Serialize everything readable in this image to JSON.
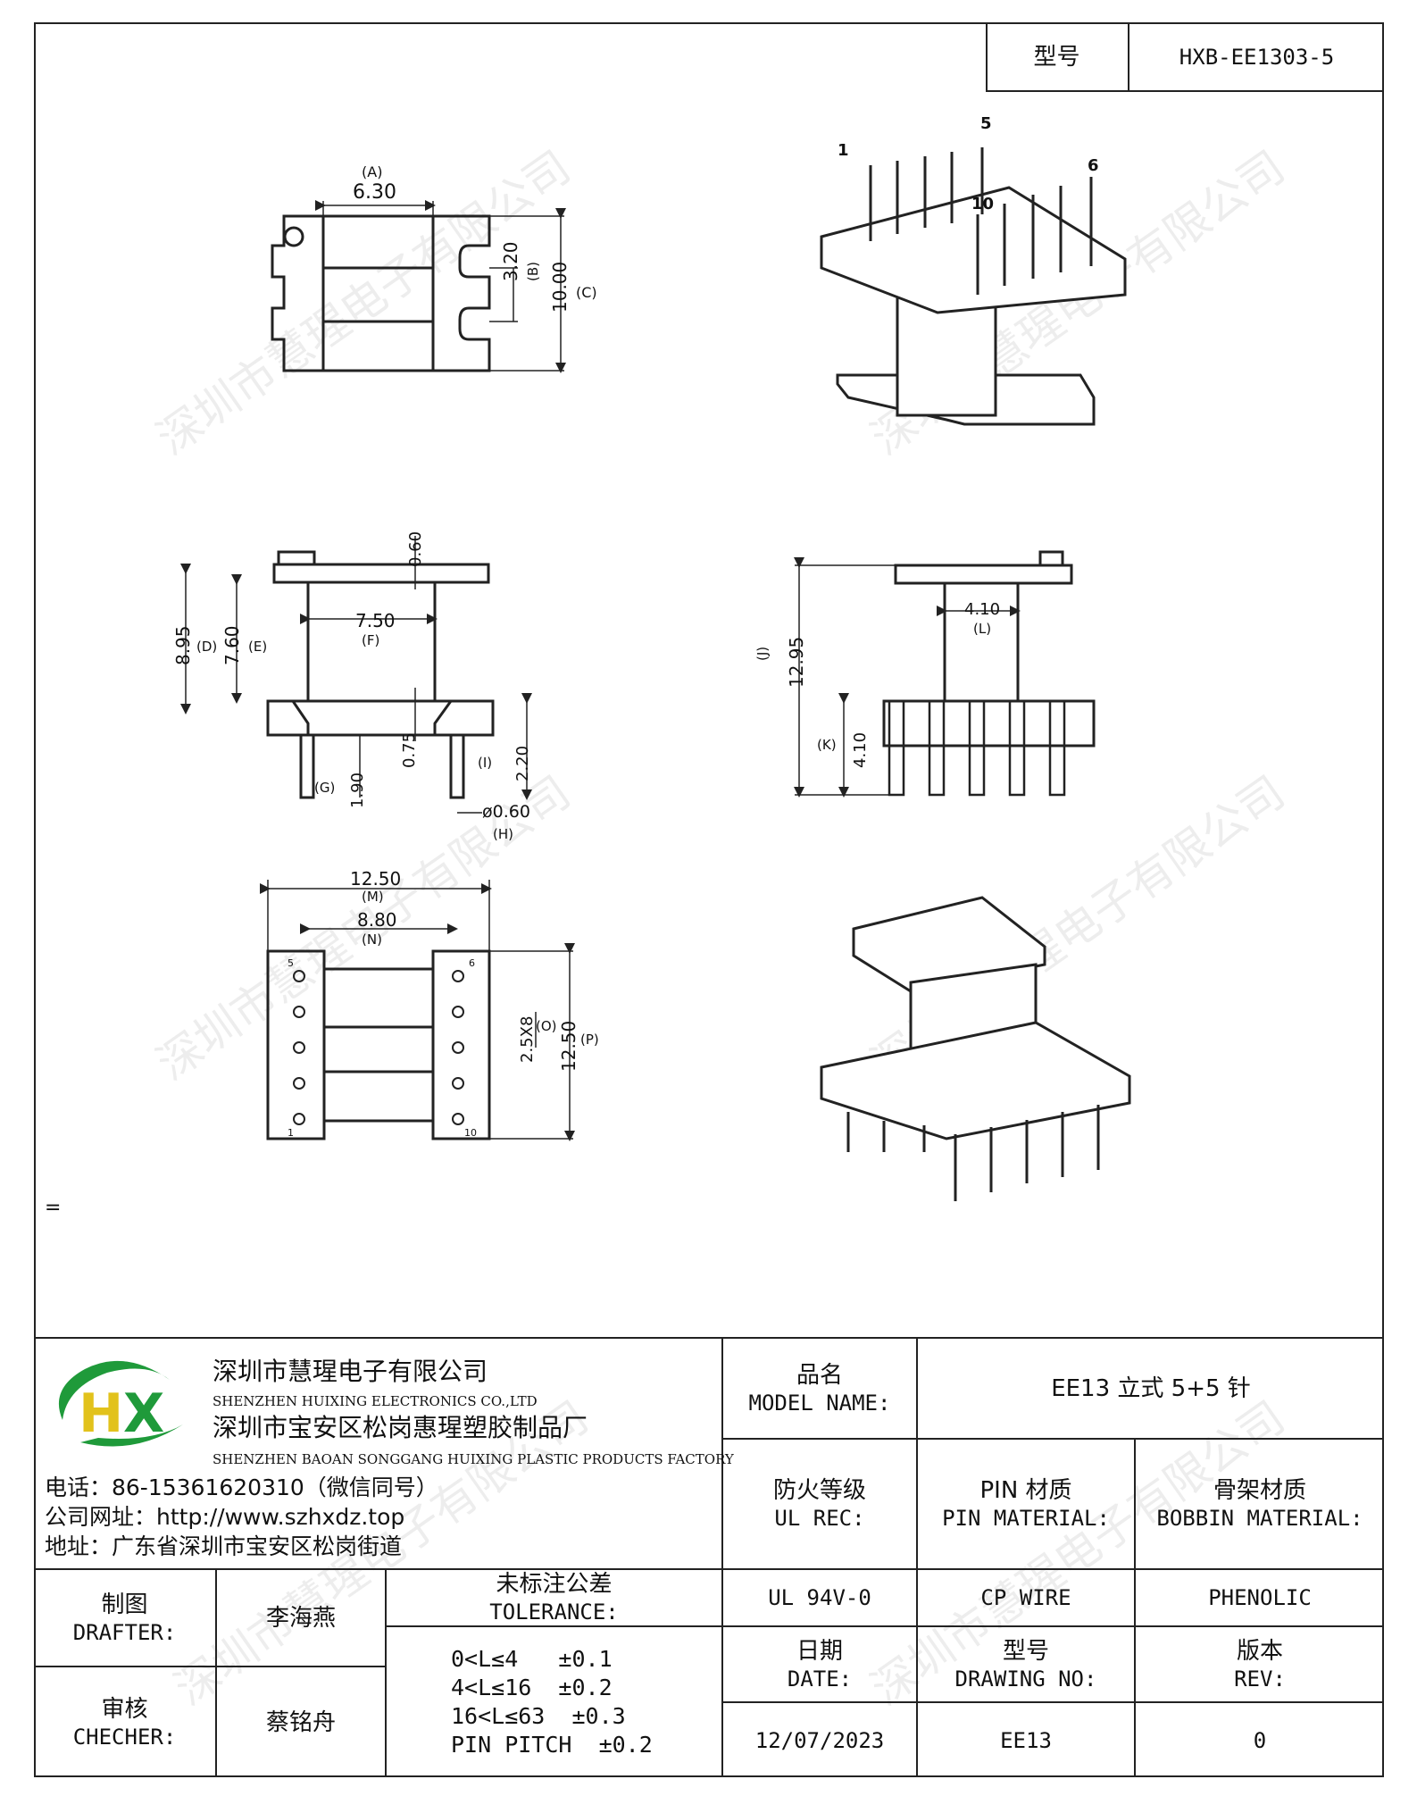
{
  "header": {
    "model_label": "型号",
    "model_value": "HXB-EE1303-5"
  },
  "company": {
    "name_cn": "深圳市慧瑆电子有限公司",
    "name_en": "SHENZHEN HUIXING ELECTRONICS CO.,LTD",
    "factory_cn": "深圳市宝安区松岗惠瑆塑胶制品厂",
    "factory_en": "SHENZHEN BAOAN SONGGANG HUIXING PLASTIC PRODUCTS FACTORY",
    "phone": "电话：86-15361620310（微信同号）",
    "website": "公司网址：http://www.szhxdz.top",
    "address": "地址：广东省深圳市宝安区松岗街道",
    "logo_text": "HX",
    "logo_colors": {
      "green": "#1f9a3a",
      "yellow": "#e2c21c",
      "blue": "#1e5aa8"
    }
  },
  "watermark": "深圳市慧瑆电子有限公司",
  "stray_mark": "=",
  "title_block": {
    "model_name_cn": "品名",
    "model_name_en": "MODEL NAME:",
    "model_name_value": "EE13 立式 5+5 针",
    "ul_cn": "防火等级",
    "ul_en": "UL REC:",
    "pin_material_cn": "PIN 材质",
    "pin_material_en": "PIN MATERIAL:",
    "bobbin_material_cn": "骨架材质",
    "bobbin_material_en": "BOBBIN MATERIAL:",
    "ul_value": "UL 94V-0",
    "pin_material_value": "CP WIRE",
    "bobbin_material_value": "PHENOLIC",
    "drafter_cn": "制图",
    "drafter_en": "DRAFTER:",
    "drafter_name": "李海燕",
    "checker_cn": "审核",
    "checker_en": "CHECHER:",
    "checker_name": "蔡铭舟",
    "tolerance_cn": "未标注公差",
    "tolerance_en": "TOLERANCE:",
    "tolerance_lines": [
      "0<L≤4   ±0.1",
      "4<L≤16  ±0.2",
      "16<L≤63  ±0.3",
      "PIN PITCH  ±0.2"
    ],
    "date_cn": "日期",
    "date_en": "DATE:",
    "date_value": "12/07/2023",
    "drawing_no_cn": "型号",
    "drawing_no_en": "DRAWING NO:",
    "drawing_no_value": "EE13",
    "rev_cn": "版本",
    "rev_en": "REV:",
    "rev_value": "0"
  },
  "dimensions": {
    "top_view": {
      "a": "6.30",
      "a_tag": "(A)",
      "b": "3.20",
      "b_tag": "(B)",
      "c": "10.00",
      "c_tag": "(C)"
    },
    "side_view": {
      "d": "8.95",
      "d_tag": "(D)",
      "e": "7.60",
      "e_tag": "(E)",
      "f": "7.50",
      "f_tag": "(F)",
      "top_thk": "0.60",
      "base_thk": "0.75",
      "g": "1.90",
      "g_tag": "(G)",
      "i": "2.20",
      "i_tag": "(I)",
      "h": "ø0.60",
      "h_tag": "(H)"
    },
    "front_view": {
      "j": "12.95",
      "j_tag": "(J)",
      "k": "4.10",
      "k_tag": "(K)",
      "l": "4.10",
      "l_tag": "(L)"
    },
    "bottom_view": {
      "m": "12.50",
      "m_tag": "(M)",
      "n": "8.80",
      "n_tag": "(N)",
      "o": "2.5X8",
      "o_tag": "(O)",
      "p": "12.50",
      "p_tag": "(P)"
    },
    "pin_labels": [
      "1",
      "5",
      "6",
      "10"
    ],
    "bottom_pin_labels": [
      "5",
      "6",
      "1",
      "10"
    ]
  }
}
